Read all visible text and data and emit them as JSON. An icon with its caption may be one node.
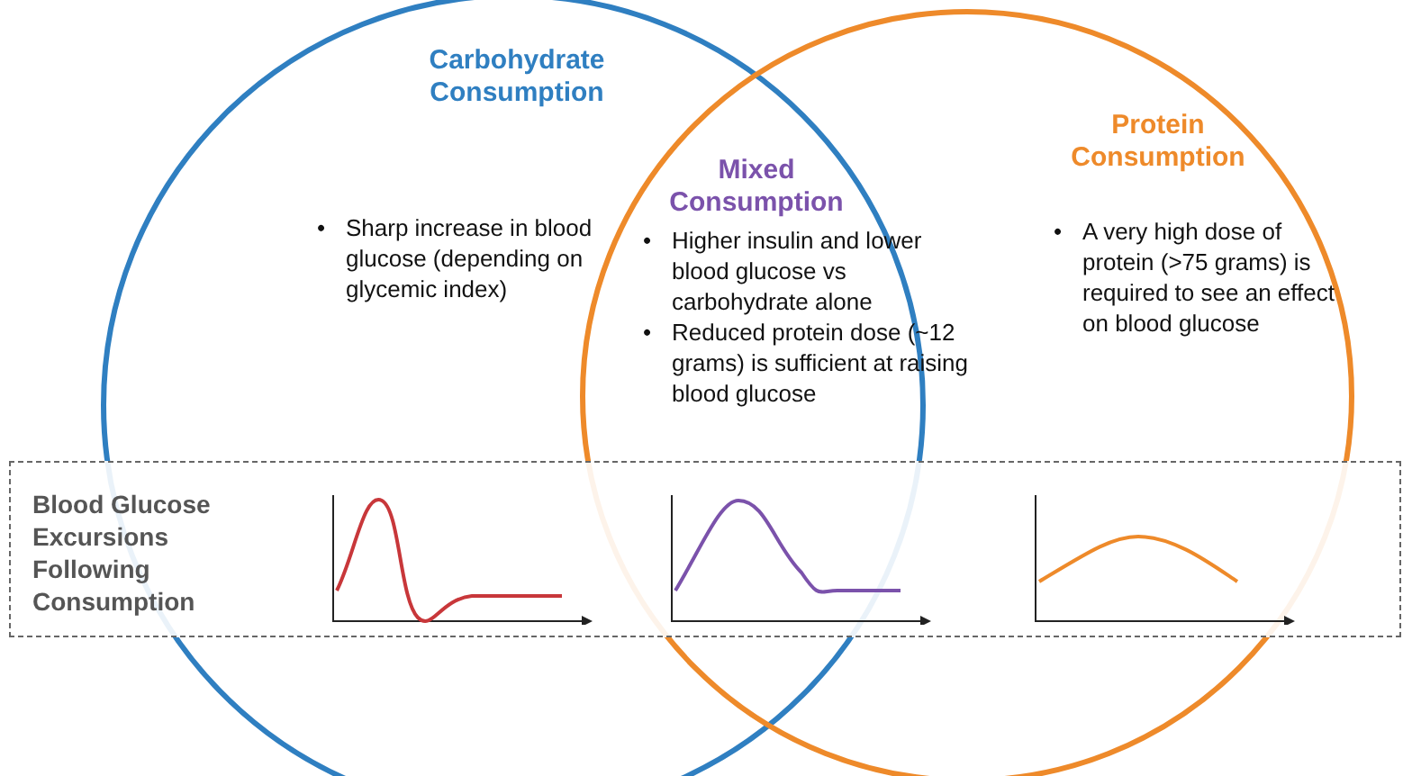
{
  "diagram": {
    "nodes": [
      {
        "text": [
          "Carbohydrate Consumption",
          "•",
          "Sharp increase in blood glucose (depending on glycemic index)"
        ]
      },
      {
        "text": [
          "Protein Consumption",
          "•",
          "A very high dose of protein (>75 grams) is required to see an effect on blood glucose"
        ]
      },
      {
        "text": [
          "Blood Glucose Excursions Following Consumption"
        ]
      }
    ],
    "labels": [
      "Mixed Consumption",
      "•",
      "Higher insulin and lower blood glucose vs carbohydrate alone",
      "•",
      "Reduced protein dose (~12 grams) is sufficient at raising blood glucose"
    ]
  }
}
